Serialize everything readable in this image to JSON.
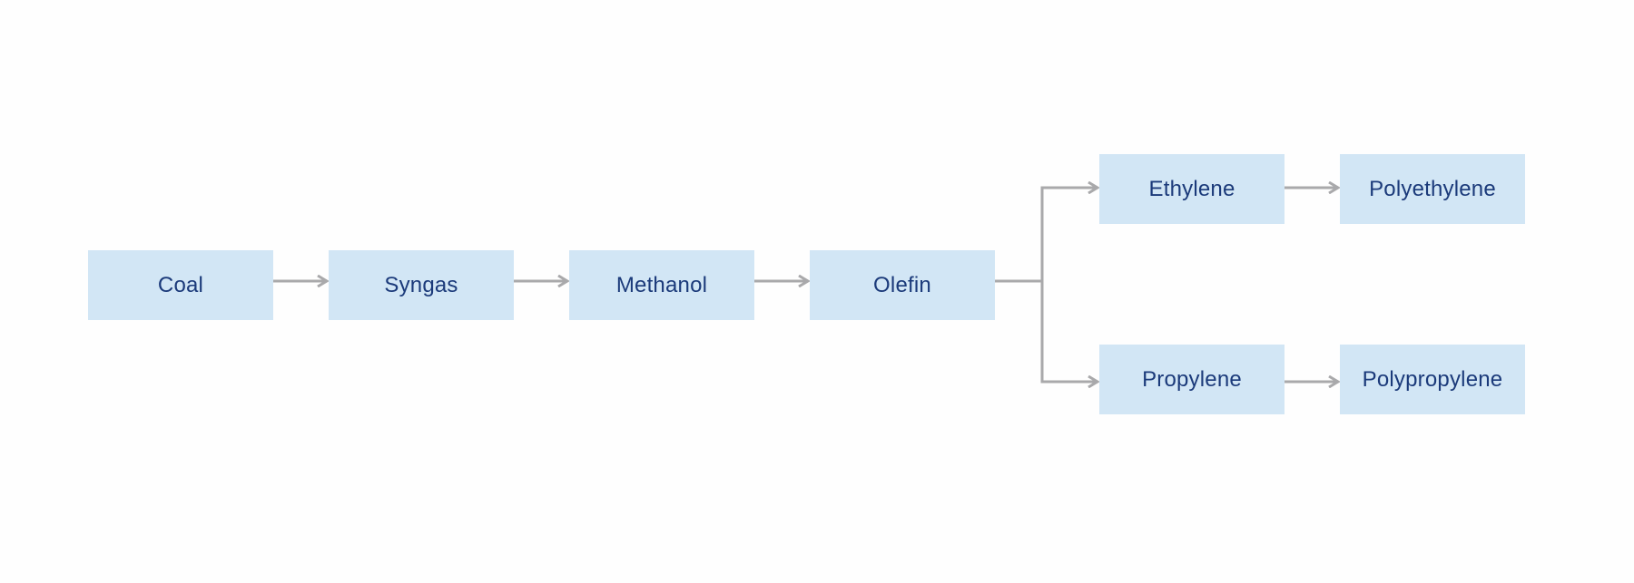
{
  "nodes": {
    "coal": "Coal",
    "syngas": "Syngas",
    "methanol": "Methanol",
    "olefin": "Olefin",
    "ethylene": "Ethylene",
    "polyethylene": "Polyethylene",
    "propylene": "Propylene",
    "polypropylene": "Polypropylene"
  },
  "colors": {
    "node_fill": "#d2e6f5",
    "node_text": "#1b3a7a",
    "connector": "#a9a9ab",
    "background": "#fefefe"
  }
}
